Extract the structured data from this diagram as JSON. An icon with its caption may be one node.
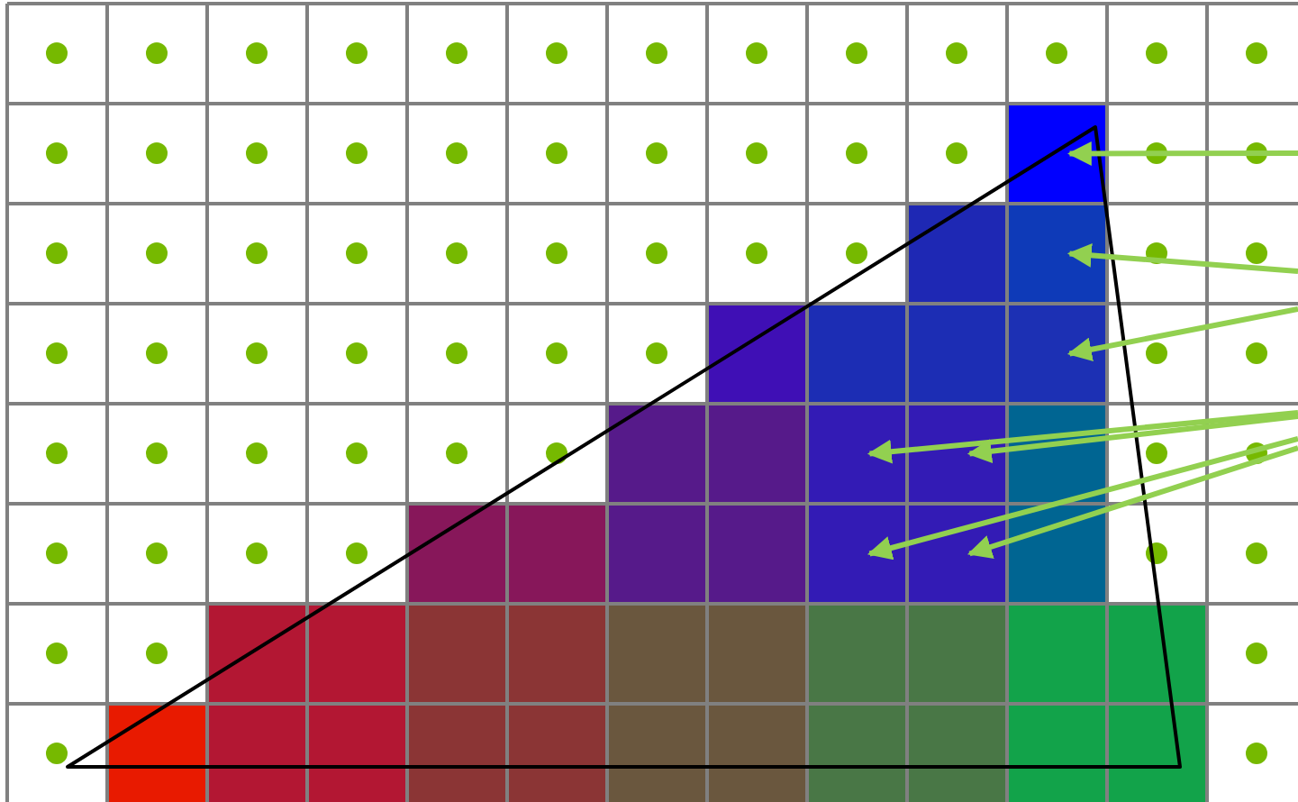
{
  "diagram": {
    "nodes": [
      {
        "text": [],
        "shape": "box"
      },
      {
        "text": [],
        "shape": "box"
      },
      {
        "text": [],
        "shape": "box"
      },
      {
        "text": [],
        "shape": "box"
      },
      {
        "text": [],
        "shape": "box"
      },
      {
        "text": [],
        "shape": "box"
      },
      {
        "text": [],
        "shape": "box"
      },
      {
        "text": [],
        "shape": "box"
      },
      {
        "text": [],
        "shape": "box"
      },
      {
        "text": [],
        "shape": "box"
      },
      {
        "text": [],
        "shape": "box"
      },
      {
        "text": [],
        "shape": "box"
      },
      {
        "text": [],
        "shape": "box"
      },
      {
        "text": [],
        "shape": "box"
      },
      {
        "text": [],
        "shape": "box"
      },
      {
        "text": [],
        "shape": "box"
      },
      {
        "text": [],
        "shape": "box"
      },
      {
        "text": [],
        "shape": "box"
      },
      {
        "text": [],
        "shape": "box"
      },
      {
        "text": [],
        "shape": "box"
      },
      {
        "text": [],
        "shape": "box"
      },
      {
        "text": [],
        "shape": "box"
      },
      {
        "text": [],
        "shape": "box"
      },
      {
        "text": [],
        "shape": "box"
      },
      {
        "text": [],
        "shape": "box"
      },
      {
        "text": [],
        "shape": "box"
      },
      {
        "text": [],
        "shape": "box"
      },
      {
        "text": [],
        "shape": "box"
      },
      {
        "text": [],
        "shape": "box"
      },
      {
        "text": [],
        "shape": "box"
      },
      {
        "text": [],
        "shape": "box"
      },
      {
        "text": [],
        "shape": "box"
      },
      {
        "text": [],
        "shape": "box"
      },
      {
        "text": [],
        "shape": "box"
      },
      {
        "text": [],
        "shape": "box"
      },
      {
        "text": [],
        "shape": "box"
      },
      {
        "text": [],
        "shape": "box"
      },
      {
        "text": [],
        "shape": "box"
      },
      {
        "text": [],
        "shape": "box"
      },
      {
        "text": [],
        "shape": "box"
      }
    ],
    "edges": [
      {
        "from": null,
        "to": 0,
        "arrow": "to"
      },
      {
        "from": null,
        "to": 2,
        "arrow": "to"
      },
      {
        "from": null,
        "to": 6,
        "arrow": "to"
      },
      {
        "from": null,
        "to": 9,
        "arrow": "to"
      },
      {
        "from": null,
        "to": 10,
        "arrow": "to"
      },
      {
        "from": null,
        "to": 16,
        "arrow": "to"
      },
      {
        "from": null,
        "to": 17,
        "arrow": "to"
      }
    ]
  }
}
